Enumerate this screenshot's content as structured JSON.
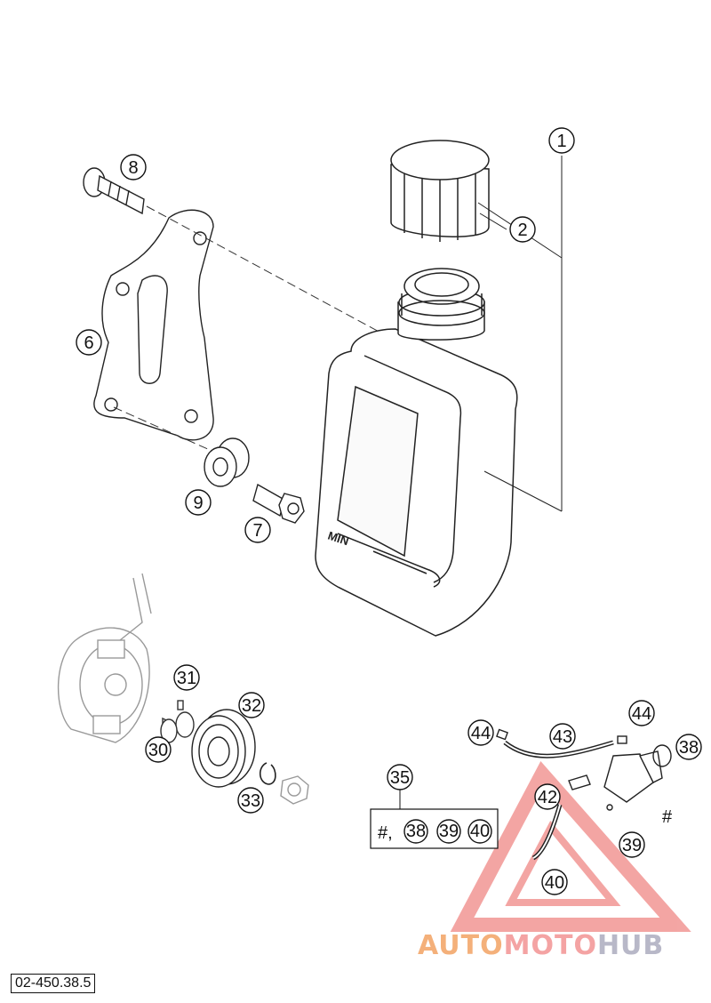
{
  "diagram": {
    "reference_code": "02-450.38.5",
    "min_label": "MIN",
    "kit_symbol": "#,",
    "pump_symbol": "#",
    "callouts": {
      "c1": "1",
      "c2": "2",
      "c6": "6",
      "c7": "7",
      "c8": "8",
      "c9": "9",
      "c30": "30",
      "c31": "31",
      "c32": "32",
      "c33": "33",
      "c35": "35",
      "c38a": "38",
      "c38b": "38",
      "c39a": "39",
      "c39b": "39",
      "c40a": "40",
      "c40b": "40",
      "c42": "42",
      "c43": "43",
      "c44a": "44",
      "c44b": "44"
    }
  },
  "watermark": {
    "part1": "AUTO",
    "part2": "MOTO",
    "part3": "HUB",
    "colors": {
      "triangle": "#e53935",
      "auto": "#f4a261",
      "moto": "#ef8080",
      "hub": "#9a9ab0"
    }
  }
}
